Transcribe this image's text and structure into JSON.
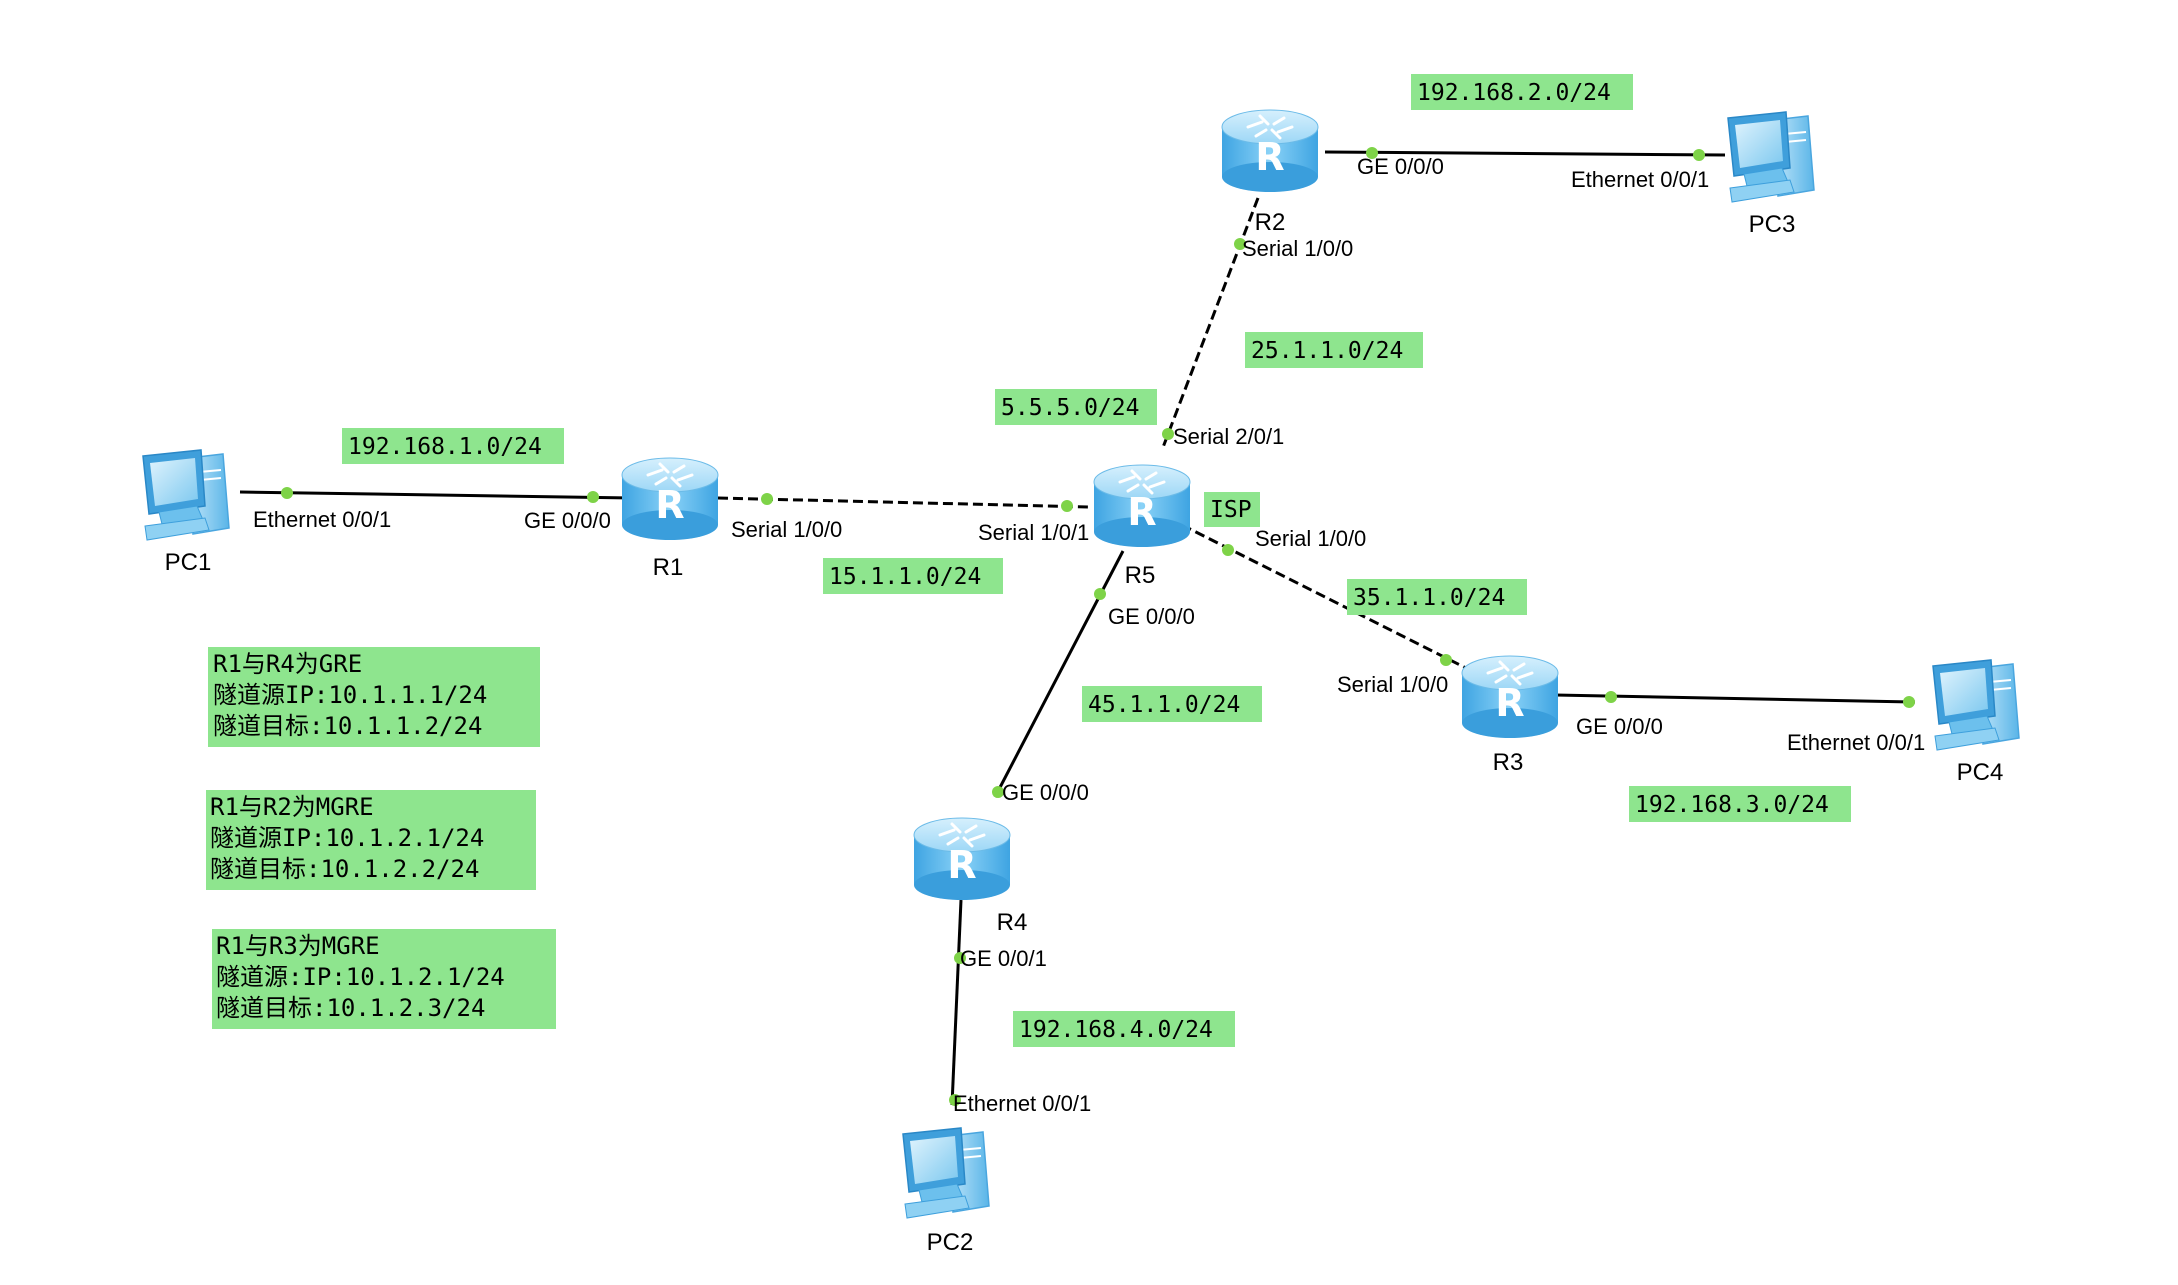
{
  "colors": {
    "label_bg": "#8ee58e",
    "port_dot": "#7ed348",
    "link": "#000000",
    "router_body": "#4fb0e8",
    "router_top": "#a9dcf8",
    "pc_body": "#59b8ec"
  },
  "devices": {
    "r1": "R1",
    "r2": "R2",
    "r3": "R3",
    "r4": "R4",
    "r5": "R5",
    "pc1": "PC1",
    "pc2": "PC2",
    "pc3": "PC3",
    "pc4": "PC4",
    "router_glyph": "R"
  },
  "ports": {
    "pc1_eth": "Ethernet 0/0/1",
    "r1_ge": "GE 0/0/0",
    "r1_serial": "Serial 1/0/0",
    "r5_serial101": "Serial 1/0/1",
    "r5_serial201": "Serial 2/0/1",
    "r5_serial100": "Serial 1/0/0",
    "r5_ge": "GE 0/0/0",
    "r2_serial": "Serial 1/0/0",
    "r2_ge": "GE 0/0/0",
    "pc3_eth": "Ethernet 0/0/1",
    "r3_serial": "Serial 1/0/0",
    "r3_ge": "GE 0/0/0",
    "pc4_eth": "Ethernet 0/0/1",
    "r4_ge000": "GE 0/0/0",
    "r4_ge001": "GE 0/0/1",
    "pc2_eth": "Ethernet 0/0/1"
  },
  "networks": {
    "n_192_168_2": "192.168.2.0/24",
    "n_25_1_1": "25.1.1.0/24",
    "n_5_5_5": "5.5.5.0/24",
    "n_192_168_1": "192.168.1.0/24",
    "isp": "ISP",
    "n_15_1_1": "15.1.1.0/24",
    "n_35_1_1": "35.1.1.0/24",
    "n_45_1_1": "45.1.1.0/24",
    "n_192_168_3": "192.168.3.0/24",
    "n_192_168_4": "192.168.4.0/24"
  },
  "notes": {
    "gre_r4": {
      "title": "R1与R4为GRE",
      "src": "隧道源IP:10.1.1.1/24",
      "dst": "隧道目标:10.1.1.2/24"
    },
    "mgre_r2": {
      "title": "R1与R2为MGRE",
      "src": "隧道源IP:10.1.2.1/24",
      "dst": "隧道目标:10.1.2.2/24"
    },
    "mgre_r3": {
      "title": "R1与R3为MGRE",
      "src": "隧道源:IP:10.1.2.1/24",
      "dst": "隧道目标:10.1.2.3/24"
    }
  }
}
